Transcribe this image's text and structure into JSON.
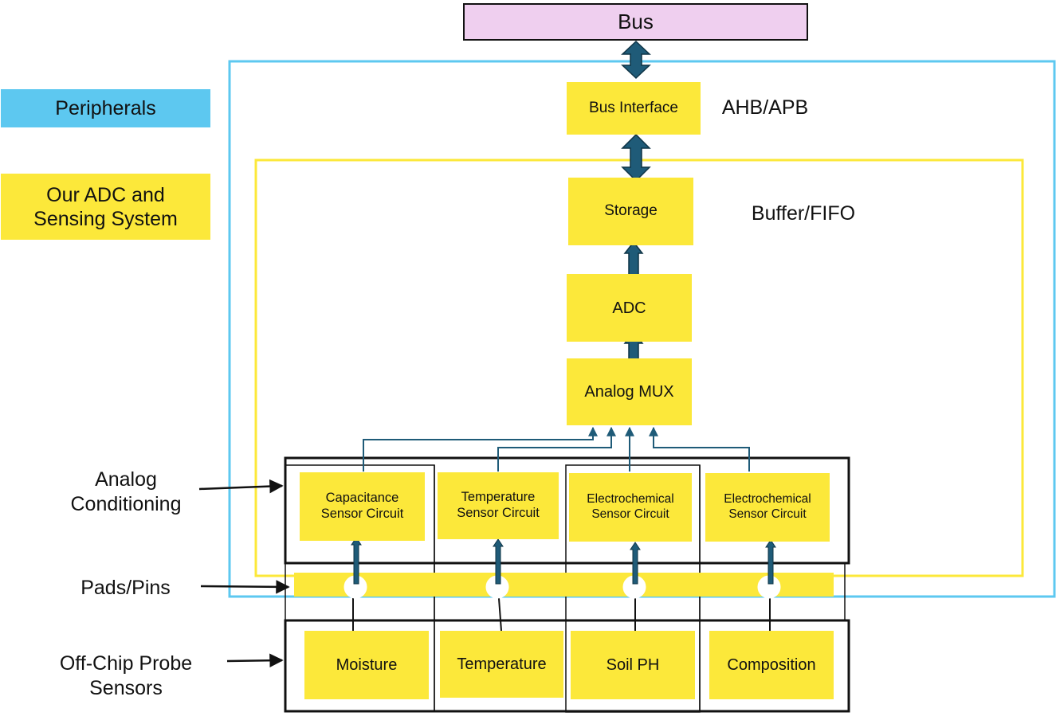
{
  "colors": {
    "bus_fill": "#EFCFEF",
    "peripherals_blue": "#5DC8F0",
    "block_yellow": "#FCE83A",
    "arrow_fill": "#1F5B78",
    "wire": "#1F5B78",
    "frame": "#111111"
  },
  "bus": {
    "label": "Bus"
  },
  "legend": {
    "peripherals": "Peripherals",
    "adc_system": "Our ADC and\nSensing System"
  },
  "blocks": {
    "bus_interface": "Bus Interface",
    "storage": "Storage",
    "adc": "ADC",
    "analog_mux": "Analog MUX"
  },
  "annotations": {
    "ahb_apb": "AHB/APB",
    "buffer_fifo": "Buffer/FIFO"
  },
  "row_labels": {
    "analog_conditioning": "Analog\nConditioning",
    "pads_pins": "Pads/Pins",
    "probe_sensors": "Off-Chip Probe\nSensors"
  },
  "circuits": [
    "Capacitance\nSensor Circuit",
    "Temperature\nSensor Circuit",
    "Electrochemical\nSensor Circuit",
    "Electrochemical\nSensor Circuit"
  ],
  "sensors": [
    "Moisture",
    "Temperature",
    "Soil PH",
    "Composition"
  ]
}
